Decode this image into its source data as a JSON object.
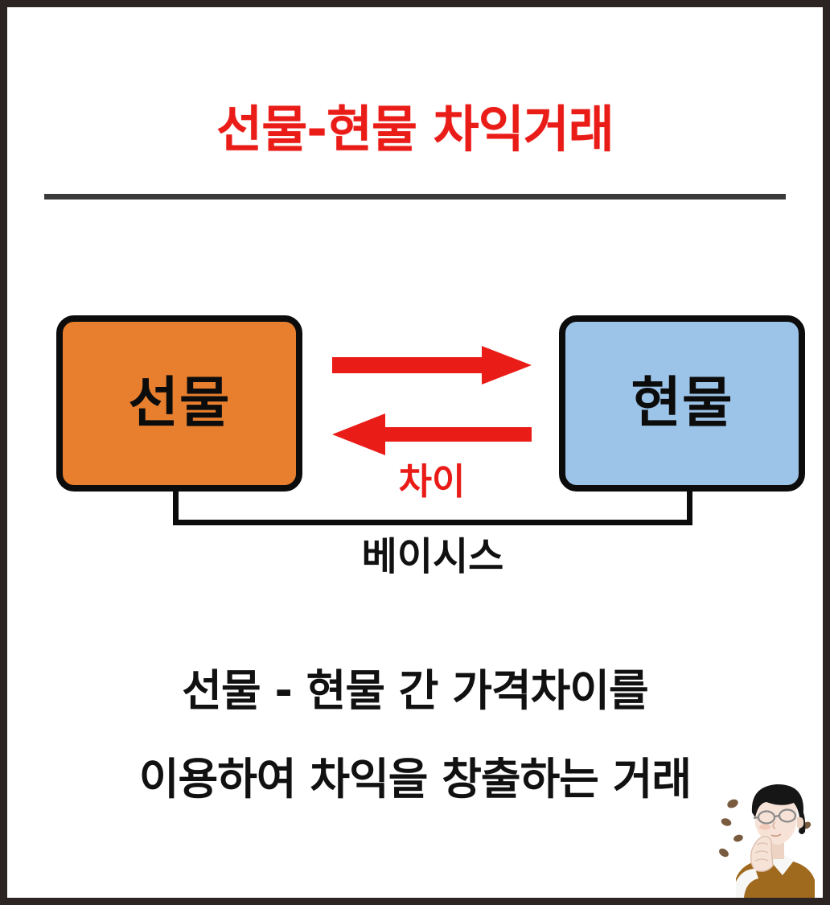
{
  "page": {
    "title": "선물-현물 차익거래",
    "background_color": "#ffffff",
    "frame_color": "#2b2422",
    "title_color": "#ea1c18",
    "rule_color": "#3a3a3a"
  },
  "diagram": {
    "type": "flow",
    "nodes": [
      {
        "id": "futures",
        "label": "선물",
        "fill_color": "#e87f2e",
        "border_color": "#0c0c0c",
        "text_color": "#0c0c0c"
      },
      {
        "id": "spot",
        "label": "현물",
        "fill_color": "#9cc3e8",
        "border_color": "#0c0c0c",
        "text_color": "#0c0c0c"
      }
    ],
    "arrows": [
      {
        "id": "futures-to-spot",
        "direction": "right",
        "color": "#ea1c18"
      },
      {
        "id": "spot-to-futures",
        "direction": "left",
        "color": "#ea1c18"
      }
    ],
    "arrow_label": "차이",
    "arrow_label_color": "#ea1c18",
    "bracket_label": "베이시스",
    "bracket_color": "#0c0c0c"
  },
  "description": {
    "lines": [
      "선물 - 현물 간 가격차이를",
      "이용하여 차익을 창출하는 거래"
    ],
    "text_color": "#111111"
  },
  "illustration": {
    "name": "thinking-person-illustration",
    "description": "안경 쓴 인물이 턱을 괴고 생각하는 모습",
    "hair_color": "#1a1a1a",
    "skin_color": "#f2ddd0",
    "sweater_color": "#a06a1e",
    "collar_color": "#f7f7f5",
    "bean_color": "#6b4a2b"
  }
}
